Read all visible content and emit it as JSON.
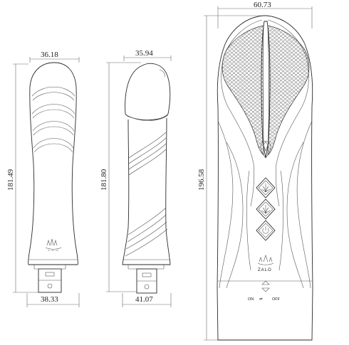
{
  "dimensions": {
    "left_top_width": "36.18",
    "left_height": "181.49",
    "left_bottom_width": "38.33",
    "middle_top_width": "35.94",
    "middle_height": "181.80",
    "middle_bottom_width": "41.07",
    "right_top_width": "60.73",
    "right_height": "196.58"
  },
  "labels": {
    "brand_logo_text": "ZALO",
    "switch_label_on": "ON",
    "switch_label_off": "OFF",
    "switch_arrows": "⇌"
  },
  "colors": {
    "line": "#2a2a2a",
    "background": "#ffffff"
  },
  "icons": {
    "power": "power-icon",
    "mode_up": "lotus-up-icon",
    "mode_down": "lotus-down-icon",
    "lock": "lock-arrow-icon"
  }
}
